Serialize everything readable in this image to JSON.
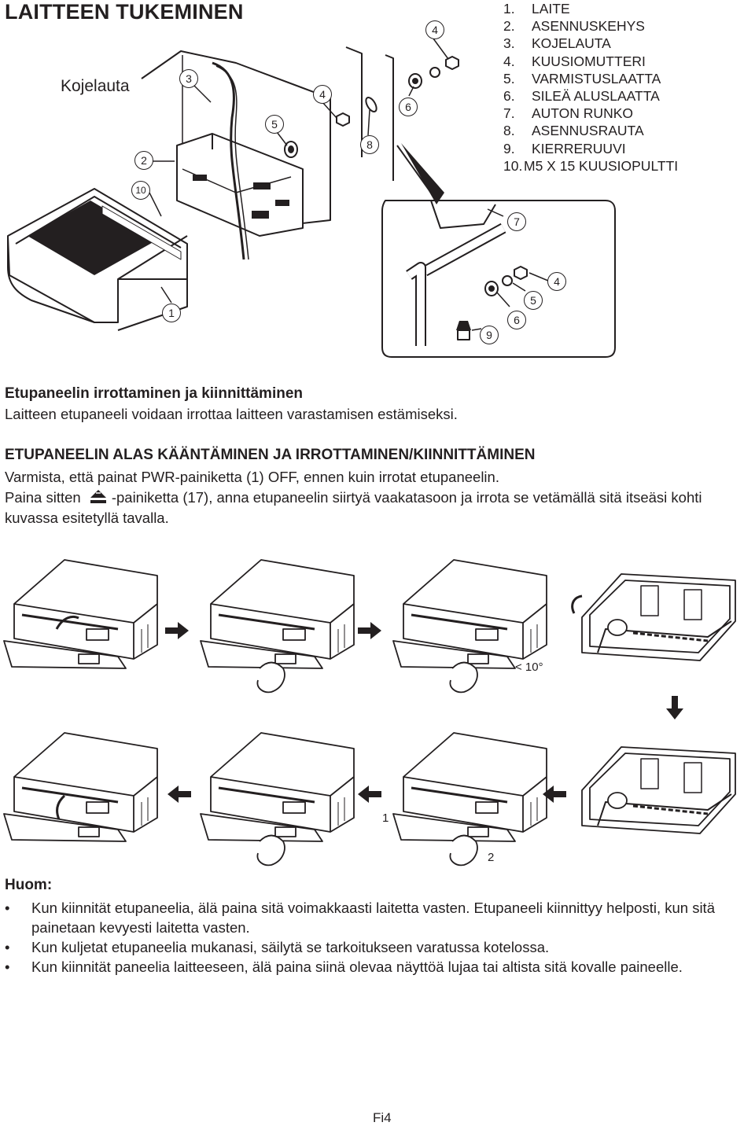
{
  "page": {
    "title": "LAITTEEN TUKEMINEN",
    "dashboard_label": "Kojelauta",
    "parts_list": [
      {
        "num": "1.",
        "label": "LAITE"
      },
      {
        "num": "2.",
        "label": "ASENNUSKEHYS"
      },
      {
        "num": "3.",
        "label": "KOJELAUTA"
      },
      {
        "num": "4.",
        "label": "KUUSIOMUTTERI"
      },
      {
        "num": "5.",
        "label": "VARMISTUSLAATTA"
      },
      {
        "num": "6.",
        "label": "SILEÄ ALUSLAATTA"
      },
      {
        "num": "7.",
        "label": "AUTON RUNKO"
      },
      {
        "num": "8.",
        "label": "ASENNUSRAUTA"
      },
      {
        "num": "9.",
        "label": "KIERRERUUVI"
      },
      {
        "num": "10.",
        "label": "M5 X 15 KUUSIOPULTTI"
      }
    ],
    "callouts": {
      "c1": "1",
      "c2": "2",
      "c3": "3",
      "c4a": "4",
      "c4b": "4",
      "c4c": "4",
      "c5a": "5",
      "c5b": "5",
      "c6a": "6",
      "c6b": "6",
      "c7": "7",
      "c8": "8",
      "c9": "9",
      "c10": "10"
    },
    "section1": {
      "heading": "Etupaneelin irrottaminen ja kiinnittäminen",
      "text": "Laitteen etupaneeli voidaan irrottaa laitteen varastamisen estämiseksi."
    },
    "section2": {
      "heading": "ETUPANEELIN ALAS KÄÄNTÄMINEN JA IRROTTAMINEN/KIINNITTÄMINEN",
      "line1": "Varmista, että painat PWR-painiketta (1) OFF, ennen kuin irrotat etupaneelin.",
      "line2_before": "Paina sitten",
      "line2_after": "-painiketta (17), anna etupaneelin siirtyä vaakatasoon ja irrota se vetämällä sitä itseäsi kohti kuvassa esitetyllä tavalla."
    },
    "figure": {
      "angle_label": "< 10°",
      "step1": "1",
      "step2": "2"
    },
    "note": {
      "title": "Huom:",
      "bullet": "•",
      "items": [
        "Kun kiinnität etupaneelia, älä paina sitä voimakkaasti laitetta vasten. Etupaneeli kiinnittyy helposti, kun sitä painetaan kevyesti laitetta vasten.",
        "Kun kuljetat etupaneelia mukanasi, säilytä se tarkoitukseen varatussa kotelossa.",
        "Kun kiinnität paneelia laitteeseen, älä paina siinä olevaa näyttöä lujaa tai altista sitä kovalle paineelle."
      ]
    },
    "footer": {
      "page_number": "Fi4"
    }
  }
}
